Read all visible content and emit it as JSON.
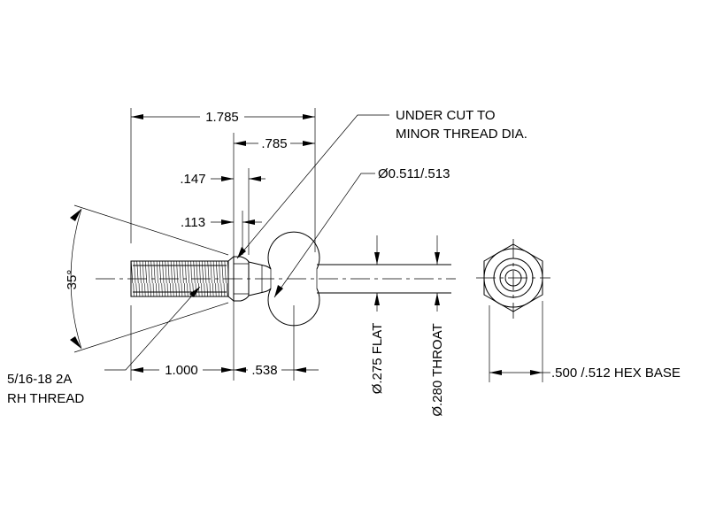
{
  "labels": {
    "overall_length": "1.785",
    "ball_offset": ".785",
    "shoulder_a": ".147",
    "shoulder_b": ".113",
    "thread_length": "1.000",
    "neck_length": ".538",
    "angle": "35°",
    "undercut_line1": "UNDER CUT TO",
    "undercut_line2": "MINOR THREAD DIA.",
    "ball_dia": "Ø0.511/.513",
    "thread_line1": "5/16-18 2A",
    "thread_line2": "RH THREAD",
    "flat_dia": "Ø.275 FLAT",
    "throat_dia": "Ø.280 THROAT",
    "hex_base": ".500 /.512 HEX BASE"
  }
}
